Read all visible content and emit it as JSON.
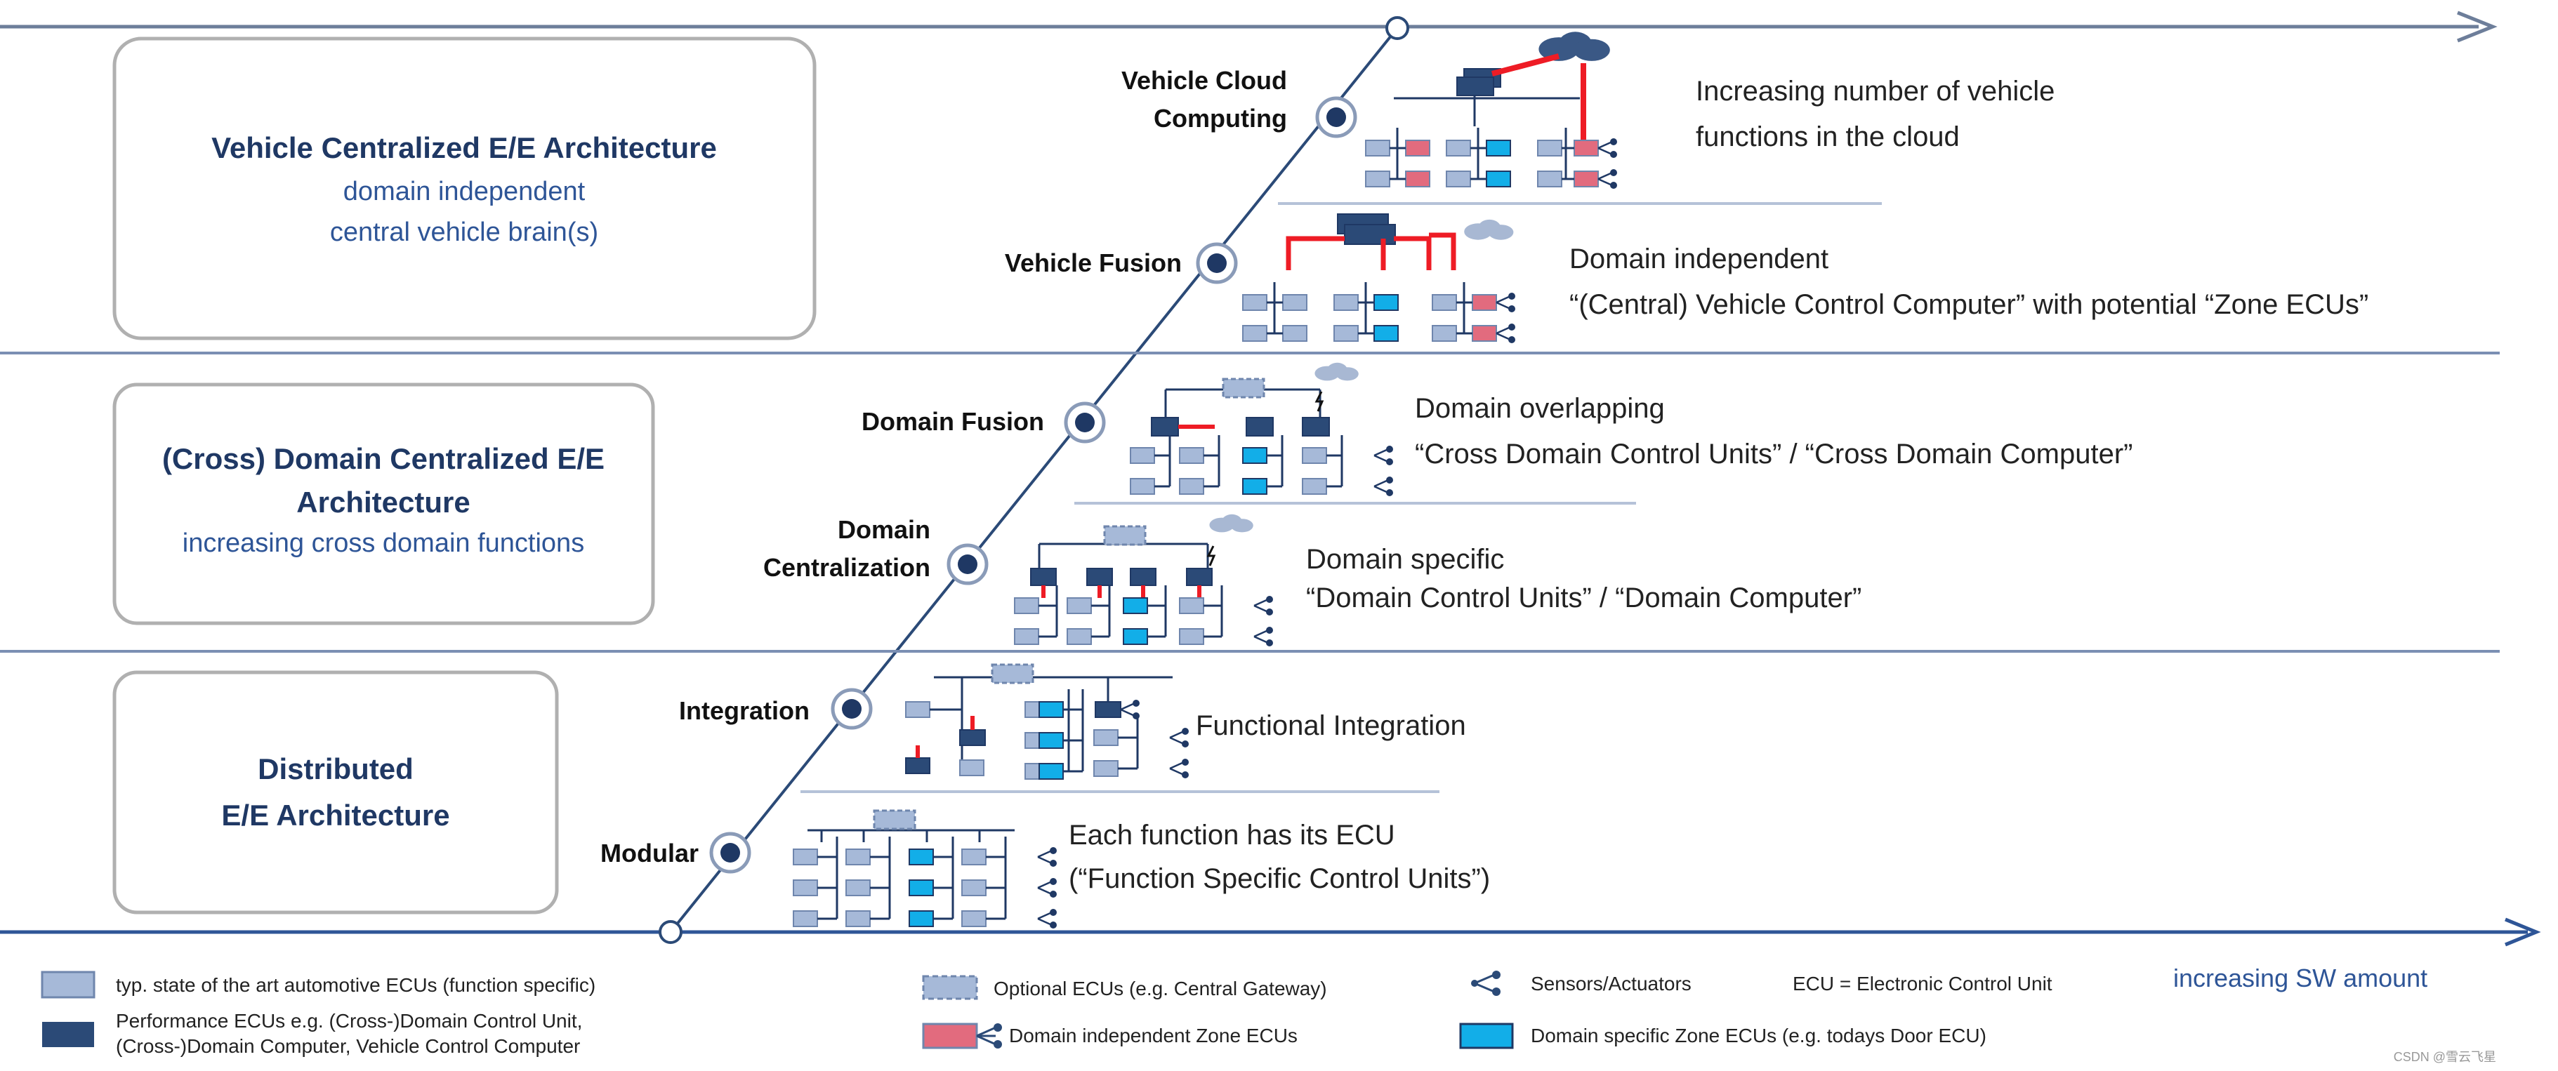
{
  "architectures": [
    {
      "title_lines": [
        "Vehicle Centralized E/E Architecture"
      ],
      "sub_lines": [
        "domain independent",
        "central vehicle brain(s)"
      ]
    },
    {
      "title_lines": [
        "(Cross) Domain Centralized E/E",
        "Architecture"
      ],
      "sub_lines": [
        "increasing cross domain functions"
      ]
    },
    {
      "title_lines": [
        "Distributed",
        "E/E Architecture"
      ],
      "sub_lines": []
    }
  ],
  "stages": [
    {
      "label_lines": [
        "Modular"
      ],
      "desc_lines": [
        "Each function has its ECU",
        "(“Function Specific Control Units”)"
      ]
    },
    {
      "label_lines": [
        "Integration"
      ],
      "desc_lines": [
        "Functional Integration"
      ]
    },
    {
      "label_lines": [
        "Domain",
        "Centralization"
      ],
      "desc_lines": [
        "Domain specific",
        "“Domain Control Units” / “Domain Computer”"
      ]
    },
    {
      "label_lines": [
        "Domain Fusion"
      ],
      "desc_lines": [
        "Domain overlapping",
        "“Cross Domain Control Units” / “Cross Domain Computer”"
      ]
    },
    {
      "label_lines": [
        "Vehicle Fusion"
      ],
      "desc_lines": [
        "Domain independent",
        "“(Central) Vehicle Control Computer” with potential “Zone ECUs”"
      ]
    },
    {
      "label_lines": [
        "Vehicle Cloud",
        "Computing"
      ],
      "desc_lines": [
        "Increasing number of vehicle",
        "functions in the cloud"
      ]
    }
  ],
  "x_axis_label": "increasing SW amount",
  "legend": {
    "std_ecu": "typ. state of the art automotive ECUs (function specific)",
    "perf_ecu_lines": [
      "Performance ECUs e.g. (Cross-)Domain Control Unit,",
      "(Cross-)Domain Computer, Vehicle Control Computer"
    ],
    "optional_ecu": "Optional ECUs (e.g. Central Gateway)",
    "zone_ecu": "Domain independent Zone ECUs",
    "sensors": "Sensors/Actuators",
    "ecu_def": "ECU = Electronic Control Unit",
    "domain_zone_ecu": "Domain specific Zone ECUs (e.g. todays Door ECU)"
  },
  "watermark": "CSDN @雪云飞星",
  "colors": {
    "navy": "#1f3864",
    "text_blue": "#2e5597",
    "std_ecu": "#a6b9d8",
    "std_ecu_border": "#6f86ad",
    "perf_ecu": "#2b4a77",
    "zone_ecu": "#e26b7e",
    "domain_zone_ecu": "#12aee8",
    "red": "#ee1c25",
    "cloud": "#a8b8d3",
    "cloud_dark": "#3a5885",
    "divider": "#7b8fb3",
    "axis": "#6d7e9a"
  }
}
